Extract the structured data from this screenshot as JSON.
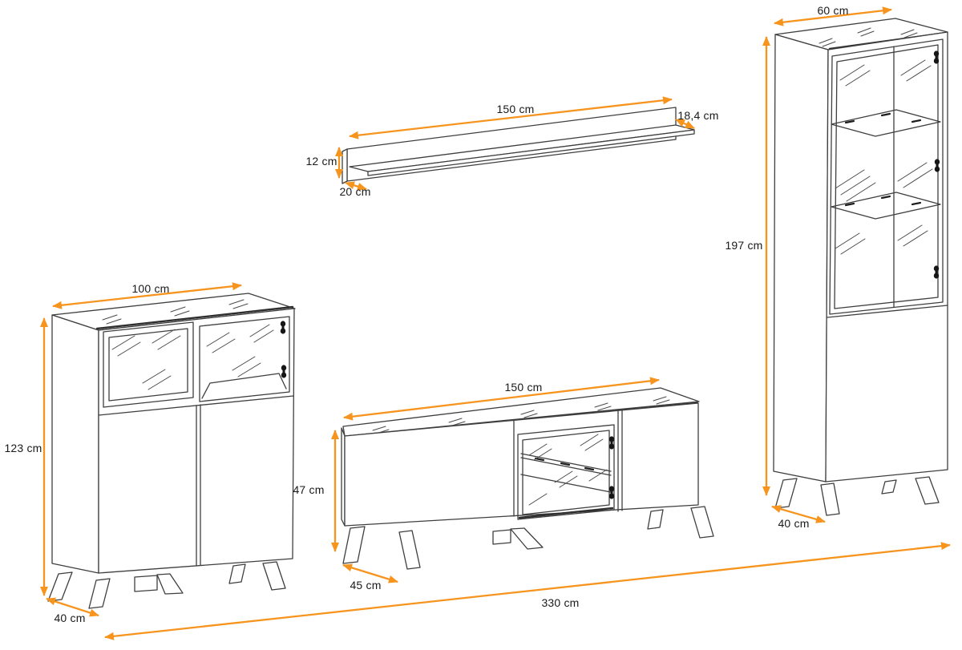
{
  "colors": {
    "accent": "#F7941E",
    "line": "#3F3F3F",
    "text": "#1A1A1A",
    "background": "#FFFFFF"
  },
  "pieces": {
    "wall_shelf": {
      "width": "150 cm",
      "shelf_depth": "18,4 cm",
      "height": "12 cm",
      "depth": "20 cm"
    },
    "display_cabinet": {
      "width": "60 cm",
      "height": "197 cm",
      "depth": "40 cm"
    },
    "highboard": {
      "width": "100 cm",
      "height": "123 cm",
      "depth": "40 cm"
    },
    "tv_stand": {
      "width": "150 cm",
      "height": "47 cm",
      "depth": "45 cm"
    },
    "set": {
      "total_width": "330 cm"
    }
  }
}
